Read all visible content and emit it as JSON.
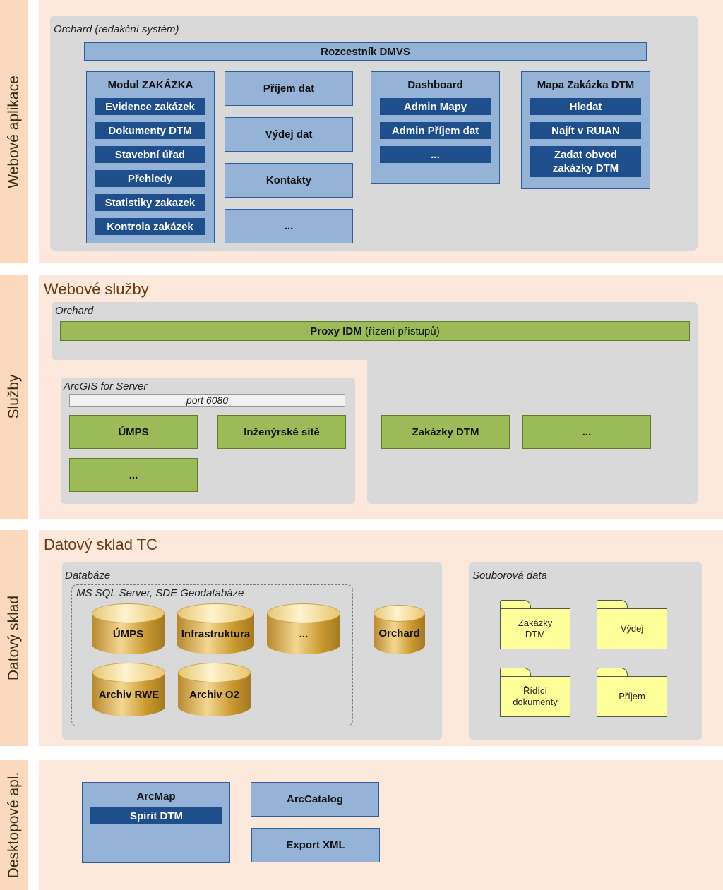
{
  "layers": {
    "web_apps": "Webové aplikace",
    "services": "Služby",
    "data_store": "Datový sklad",
    "desktop": "Desktopové apl."
  },
  "web_apps": {
    "container_title": "Orchard (redakční systém)",
    "header_bar": "Rozcestník DMVS",
    "modul_zakazka": {
      "title": "Modul ZAKÁZKA",
      "items": [
        "Evidence zakázek",
        "Dokumenty DTM",
        "Stavební úřad",
        "Přehledy",
        "Statistiky zakazek",
        "Kontrola zakázek"
      ]
    },
    "middle_column": [
      "Příjem dat",
      "Výdej dat",
      "Kontakty",
      "..."
    ],
    "dashboard": {
      "title": "Dashboard",
      "items": [
        "Admin Mapy",
        "Admin Příjem dat",
        "..."
      ]
    },
    "mapa": {
      "title": "Mapa Zakázka DTM",
      "items": [
        "Hledat",
        "Najít v RUIAN",
        "Zadat obvod",
        "zakázky DTM"
      ]
    }
  },
  "services": {
    "section_title": "Webové služby",
    "orchard_label": "Orchard",
    "proxy_bold": "Proxy IDM",
    "proxy_rest": " (řízení přístupů)",
    "arcgis_label": "ArcGIS for Server",
    "port": "port 6080",
    "arcgis_services": [
      "ÚMPS",
      "Inženýrské sítě",
      "..."
    ],
    "orchard_services": [
      "Zakázky DTM",
      "..."
    ]
  },
  "data_store": {
    "section_title": "Datový sklad TC",
    "db_label": "Databáze",
    "sde_label": "MS SQL Server, SDE Geodatabáze",
    "sde_cylinders": [
      "ÚMPS",
      "Infrastruktura",
      "...",
      "Archiv RWE",
      "Archiv O2"
    ],
    "orchard_db": "Orchard",
    "files_label": "Souborová data",
    "folders": [
      {
        "line1": "Zakázky",
        "line2": "DTM"
      },
      {
        "line1": "Výdej",
        "line2": ""
      },
      {
        "line1": "Řídící",
        "line2": "dokumenty"
      },
      {
        "line1": "Příjem",
        "line2": ""
      }
    ]
  },
  "desktop": {
    "arcmap": "ArcMap",
    "spirit": "Spirit DTM",
    "arccatalog": "ArcCatalog",
    "export_xml": "Export XML"
  }
}
